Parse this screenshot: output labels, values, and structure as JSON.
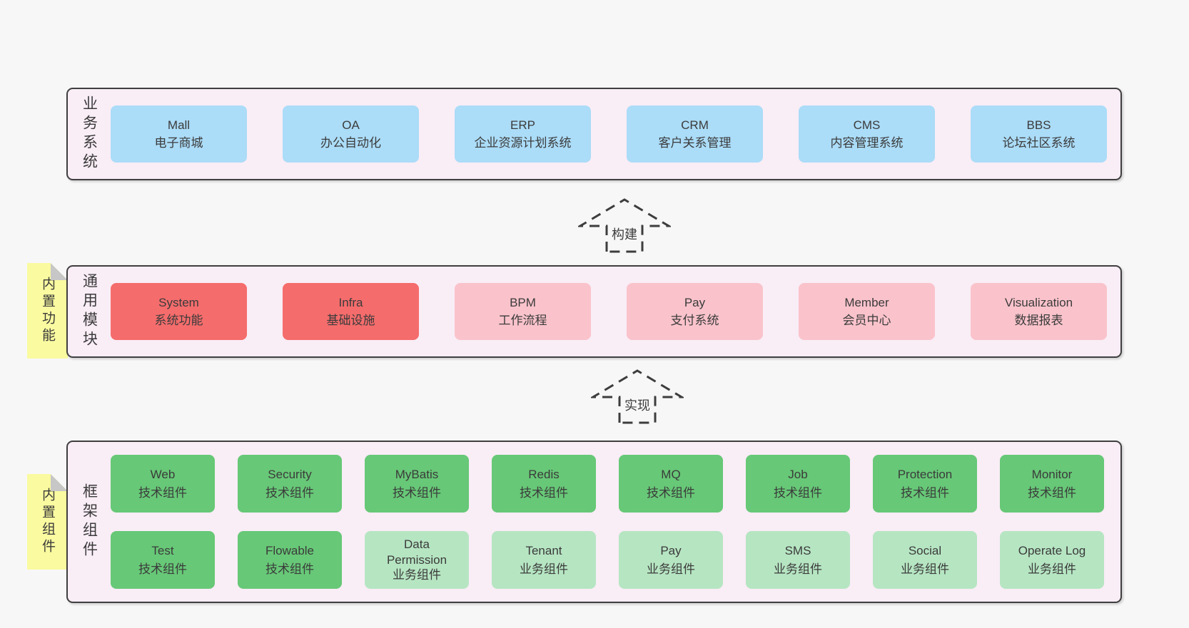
{
  "colors": {
    "page_bg": "#f8f7f8",
    "panel_bg": "#f9edf6",
    "panel_border": "#3f3f3f",
    "blue_box": "#abdcf8",
    "red_box": "#f56c6c",
    "pink_box": "#fac3cb",
    "green_box": "#67c877",
    "light_green_box": "#b6e5c2",
    "sticky_tab": "#fafaa0",
    "fold_gray": "#c7c7c7",
    "text": "#3b3b3b"
  },
  "sections": [
    {
      "label": "业务系统",
      "boxes": [
        {
          "title": "Mall",
          "subtitle": "电子商城",
          "type": "blue"
        },
        {
          "title": "OA",
          "subtitle": "办公自动化",
          "type": "blue"
        },
        {
          "title": "ERP",
          "subtitle": "企业资源计划系统",
          "type": "blue"
        },
        {
          "title": "CRM",
          "subtitle": "客户关系管理",
          "type": "blue"
        },
        {
          "title": "CMS",
          "subtitle": "内容管理系统",
          "type": "blue"
        },
        {
          "title": "BBS",
          "subtitle": "论坛社区系统",
          "type": "blue"
        }
      ]
    },
    {
      "label": "通用模块",
      "tag": "内置功能",
      "boxes": [
        {
          "title": "System",
          "subtitle": "系统功能",
          "type": "red"
        },
        {
          "title": "Infra",
          "subtitle": "基础设施",
          "type": "red"
        },
        {
          "title": "BPM",
          "subtitle": "工作流程",
          "type": "pink"
        },
        {
          "title": "Pay",
          "subtitle": "支付系统",
          "type": "pink"
        },
        {
          "title": "Member",
          "subtitle": "会员中心",
          "type": "pink"
        },
        {
          "title": "Visualization",
          "subtitle": "数据报表",
          "type": "pink"
        }
      ]
    },
    {
      "label": "框架组件",
      "tag": "内置组件",
      "boxes": [
        {
          "title": "Web",
          "subtitle": "技术组件",
          "type": "green"
        },
        {
          "title": "Security",
          "subtitle": "技术组件",
          "type": "green"
        },
        {
          "title": "MyBatis",
          "subtitle": "技术组件",
          "type": "green"
        },
        {
          "title": "Redis",
          "subtitle": "技术组件",
          "type": "green"
        },
        {
          "title": "MQ",
          "subtitle": "技术组件",
          "type": "green"
        },
        {
          "title": "Job",
          "subtitle": "技术组件",
          "type": "green"
        },
        {
          "title": "Protection",
          "subtitle": "技术组件",
          "type": "green"
        },
        {
          "title": "Monitor",
          "subtitle": "技术组件",
          "type": "green"
        },
        {
          "title": "Test",
          "subtitle": "技术组件",
          "type": "green"
        },
        {
          "title": "Flowable",
          "subtitle": "技术组件",
          "type": "green"
        },
        {
          "title": "Data Permission",
          "subtitle": "业务组件",
          "type": "light-green"
        },
        {
          "title": "Tenant",
          "subtitle": "业务组件",
          "type": "light-green"
        },
        {
          "title": "Pay",
          "subtitle": "业务组件",
          "type": "light-green"
        },
        {
          "title": "SMS",
          "subtitle": "业务组件",
          "type": "light-green"
        },
        {
          "title": "Social",
          "subtitle": "业务组件",
          "type": "light-green"
        },
        {
          "title": "Operate Log",
          "subtitle": "业务组件",
          "type": "light-green"
        }
      ]
    }
  ],
  "arrows": [
    {
      "label": "构建"
    },
    {
      "label": "实现"
    }
  ]
}
